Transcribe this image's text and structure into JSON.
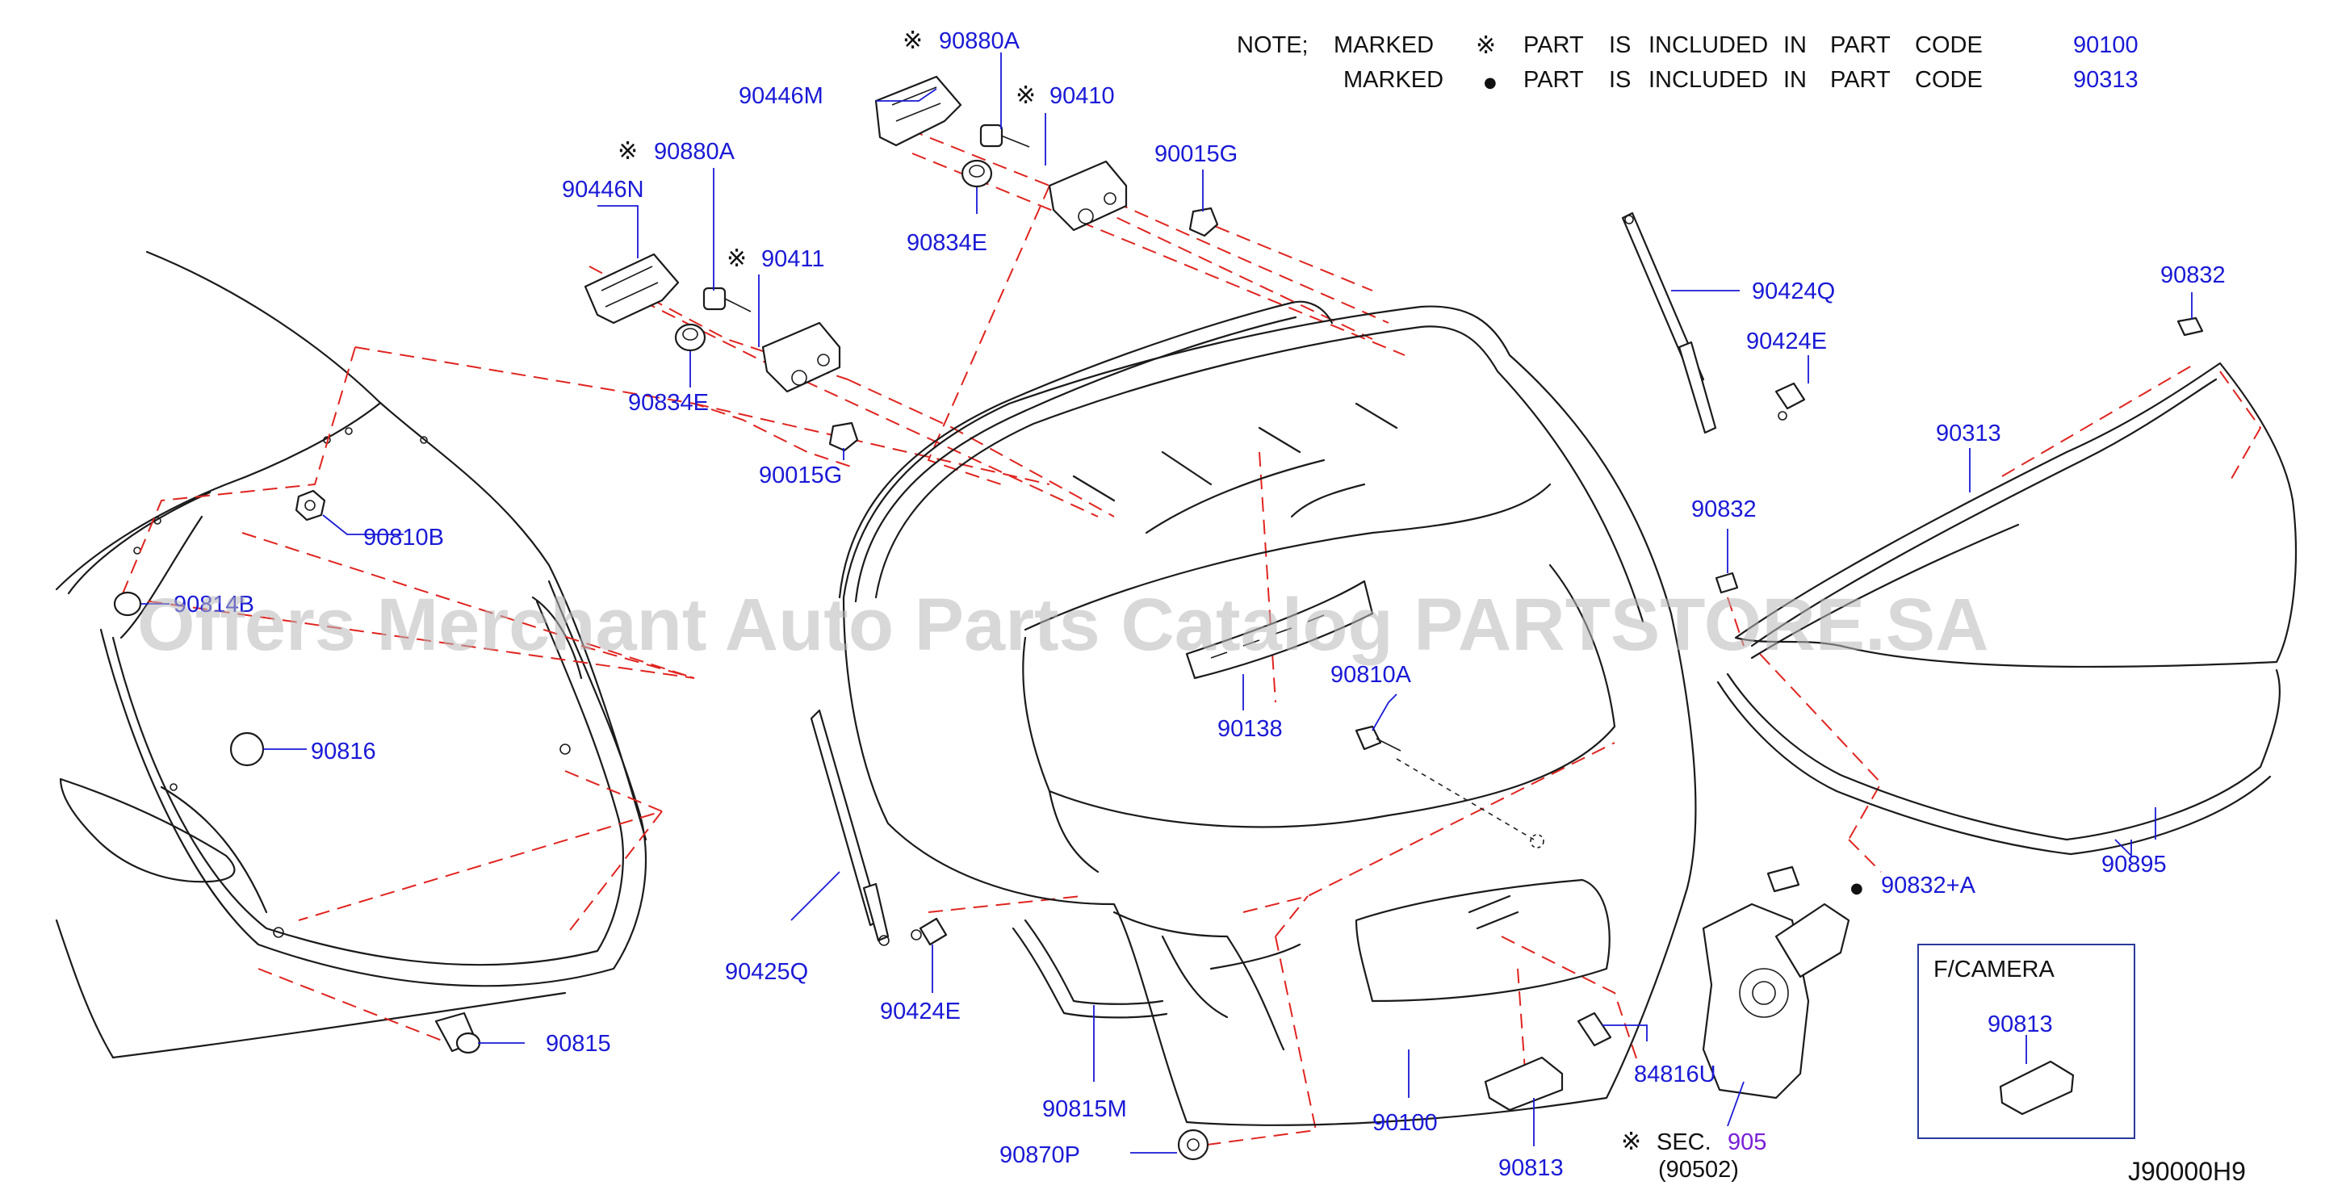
{
  "note": {
    "prefix": "NOTE;",
    "row1": {
      "word1": "MARKED",
      "symbol": "※",
      "w1": "PART",
      "w2": "IS",
      "w3": "INCLUDED",
      "w4": "IN",
      "w5": "PART",
      "w6": "CODE",
      "code": "90100"
    },
    "row2": {
      "word1": "MARKED",
      "symbol": "●",
      "w1": "PART",
      "w2": "IS",
      "w3": "INCLUDED",
      "w4": "IN",
      "w5": "PART",
      "w6": "CODE",
      "code": "90313"
    }
  },
  "marks": {
    "asterisk": "※",
    "dot": "●"
  },
  "callouts": {
    "p90880A_top": "90880A",
    "p90446M": "90446M",
    "p90410": "90410",
    "p90015G_top": "90015G",
    "p90834E_top": "90834E",
    "p90880A_left": "90880A",
    "p90446N": "90446N",
    "p90411": "90411",
    "p90834E_left": "90834E",
    "p90015G_mid": "90015G",
    "p90810B": "90810B",
    "p90814B": "90814B",
    "p90816": "90816",
    "p90815": "90815",
    "p90138": "90138",
    "p90810A": "90810A",
    "p90425Q": "90425Q",
    "p90424E_low": "90424E",
    "p90815M": "90815M",
    "p90870P": "90870P",
    "p90100": "90100",
    "p90813_low": "90813",
    "p84816U": "84816U",
    "p90424Q": "90424Q",
    "p90424E_up": "90424E",
    "p90832_top": "90832",
    "p90313": "90313",
    "p90832_mid": "90832",
    "p90895": "90895",
    "p90832A": "90832+A",
    "sec_word": "SEC.",
    "sec_code": "905",
    "sec_sub": "(90502)",
    "camera_title": "F/CAMERA",
    "p90813_box": "90813"
  },
  "diagram_id": "J90000H9",
  "watermark": "Offers Merchant Auto Parts Catalog PARTSTORE.SA",
  "colors": {
    "label": "#1a1ad6",
    "dashed_guides": "#e0241f",
    "outline": "#1b1b1b",
    "sec_code": "#7a1fd6"
  }
}
